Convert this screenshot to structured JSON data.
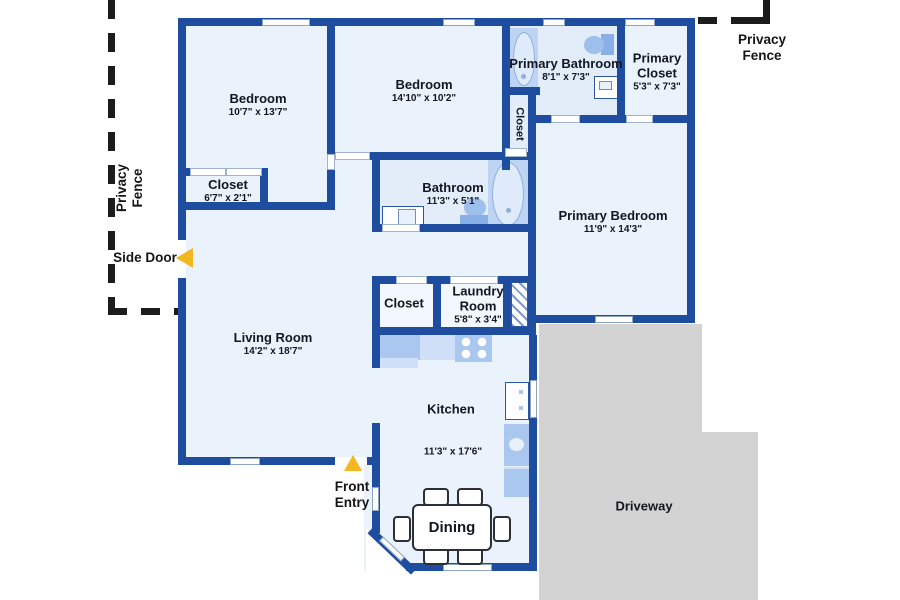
{
  "rooms": {
    "bedroom_1": {
      "name": "Bedroom",
      "dims": "10'7\" x 13'7\""
    },
    "bedroom_1_closet": {
      "name": "Closet",
      "dims": "6'7\" x 2'1\""
    },
    "bedroom_2": {
      "name": "Bedroom",
      "dims": "14'10\" x 10'2\""
    },
    "primary_bathroom": {
      "name": "Primary Bathroom",
      "dims": "8'1\" x 7'3\""
    },
    "primary_closet": {
      "name": "Primary Closet",
      "dims": "5'3\" x 7'3\""
    },
    "hall_closet": {
      "name": "Closet"
    },
    "bathroom": {
      "name": "Bathroom",
      "dims": "11'3\" x 5'1\""
    },
    "primary_bedroom": {
      "name": "Primary Bedroom",
      "dims": "11'9\" x 14'3\""
    },
    "mid_closet": {
      "name": "Closet"
    },
    "laundry_room": {
      "name": "Laundry Room",
      "dims": "5'8\" x 3'4\""
    },
    "living_room": {
      "name": "Living Room",
      "dims": "14'2\" x 18'7\""
    },
    "kitchen": {
      "name": "Kitchen",
      "dims": "11'3\" x 17'6\""
    },
    "dining": {
      "name": "Dining"
    },
    "driveway": {
      "name": "Driveway"
    }
  },
  "annotations": {
    "privacy_fence_top_right": "Privacy Fence",
    "privacy_fence_left": "Privacy Fence",
    "side_door": "Side Door",
    "front_entry": "Front Entry"
  },
  "colors": {
    "wall": "#1e4c9e",
    "floor": "#eaf2fc",
    "fixture_blue": "#a9c7ef",
    "fixture_light": "#cfdff7",
    "driveway": "#d3d3d3",
    "fence": "#1c1c1c",
    "arrow": "#f3b71f"
  }
}
